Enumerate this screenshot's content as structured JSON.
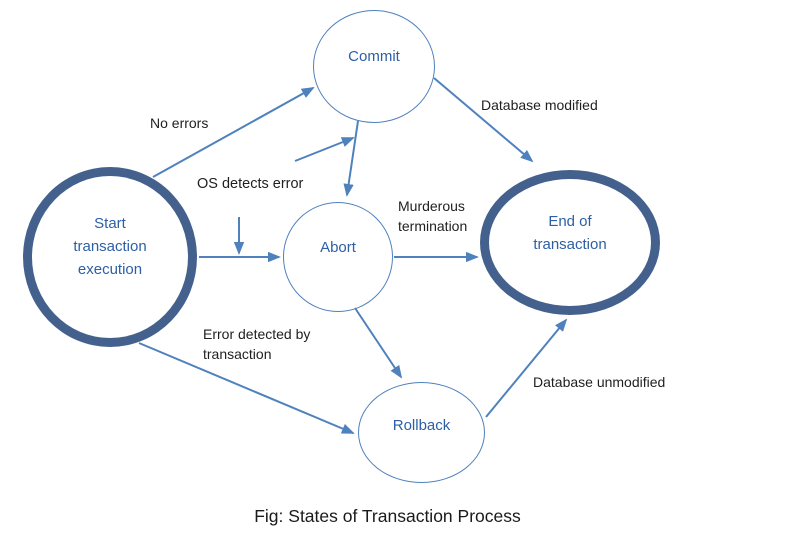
{
  "figure": {
    "caption": "Fig: States of Transaction Process",
    "nodes": {
      "start": {
        "line1": "Start",
        "line2": "transaction",
        "line3": "execution"
      },
      "commit": {
        "label": "Commit"
      },
      "abort": {
        "label": "Abort"
      },
      "rollback": {
        "label": "Rollback"
      },
      "end": {
        "line1": "End of",
        "line2": "transaction"
      }
    },
    "edge_labels": {
      "no_errors": "No errors",
      "os_detects_error": "OS detects error",
      "database_modified": "Database modified",
      "murderous_termination": {
        "line1": "Murderous",
        "line2": "termination"
      },
      "error_detected": {
        "line1": "Error detected by",
        "line2": "transaction"
      },
      "database_unmodified": "Database unmodified"
    },
    "colors": {
      "accent_line": "#4f81bd",
      "emphasis_border": "#44618e",
      "node_text": "#2d5fa5",
      "label_text": "#1f1f1f",
      "background": "#ffffff"
    }
  }
}
